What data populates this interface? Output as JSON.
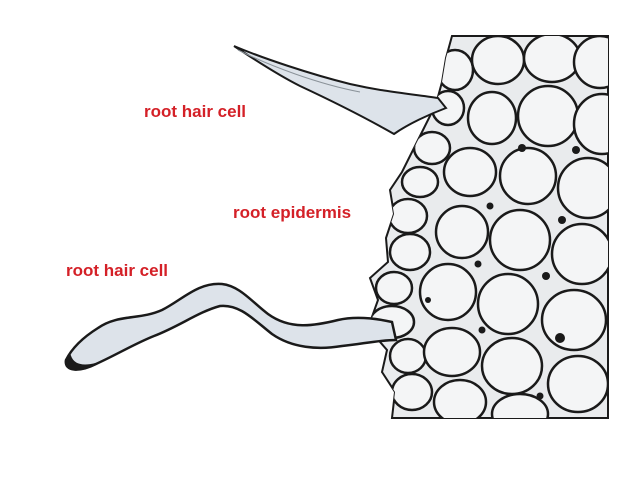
{
  "labels": {
    "top": "root hair cell",
    "middle": "root epidermis",
    "bottom": "root hair cell"
  },
  "colors": {
    "label": "#d42027",
    "outline": "#1a1a1a",
    "hair_fill": "#dde3ea",
    "cell_fill": "#f4f5f6"
  }
}
